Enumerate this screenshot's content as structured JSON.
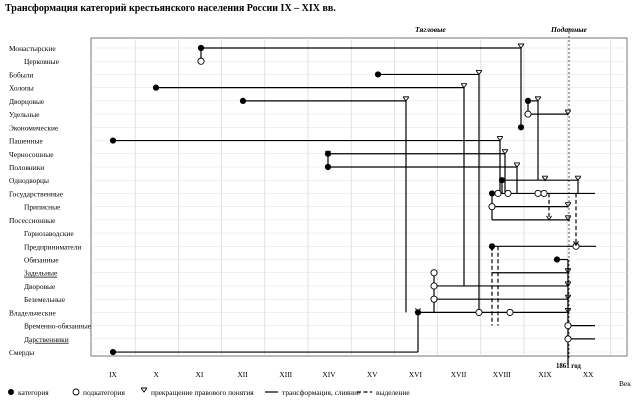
{
  "title": "Трансформация категорий крестьянского населения России IX – XIX вв.",
  "group_labels": [
    {
      "id": "tyaglye",
      "text": "Тягловые"
    },
    {
      "id": "podatnye",
      "text": "Податные"
    }
  ],
  "rows": [
    {
      "id": "monastyrskie",
      "label": "Монастырские",
      "sub": false,
      "underline": false
    },
    {
      "id": "tserkovnye",
      "label": "Церковные",
      "sub": true,
      "underline": false
    },
    {
      "id": "bobyli",
      "label": "Бобыли",
      "sub": false,
      "underline": false
    },
    {
      "id": "kholopy",
      "label": "Холопы",
      "sub": false,
      "underline": false
    },
    {
      "id": "dvortsovye",
      "label": "Дворцовые",
      "sub": false,
      "underline": false
    },
    {
      "id": "udelnye",
      "label": "Удельные",
      "sub": false,
      "underline": false
    },
    {
      "id": "ekonomicheskie",
      "label": "Экономические",
      "sub": false,
      "underline": false
    },
    {
      "id": "pashennye",
      "label": "Пашенные",
      "sub": false,
      "underline": false
    },
    {
      "id": "chernososhnye",
      "label": "Черносошные",
      "sub": false,
      "underline": false
    },
    {
      "id": "polovniki",
      "label": "Половники",
      "sub": false,
      "underline": false
    },
    {
      "id": "odnodvortsy",
      "label": "Однодворцы",
      "sub": false,
      "underline": false
    },
    {
      "id": "gosudarstvennye",
      "label": "Государственные",
      "sub": false,
      "underline": false
    },
    {
      "id": "pripisnye",
      "label": "Приписные",
      "sub": true,
      "underline": false
    },
    {
      "id": "posessionnye",
      "label": "Посессионные",
      "sub": false,
      "underline": false
    },
    {
      "id": "gornozavodskie",
      "label": "Горнозаводские",
      "sub": true,
      "underline": false
    },
    {
      "id": "predprinimateli",
      "label": "Предприниматели",
      "sub": true,
      "underline": false
    },
    {
      "id": "obyazannye",
      "label": "Обязанные",
      "sub": true,
      "underline": false
    },
    {
      "id": "zadelnye",
      "label": "Задельные",
      "sub": true,
      "underline": true
    },
    {
      "id": "dvorovye",
      "label": "Дворовые",
      "sub": true,
      "underline": false
    },
    {
      "id": "bezzemelnye",
      "label": "Беземельные",
      "sub": true,
      "underline": false
    },
    {
      "id": "vladelcheskie",
      "label": "Владельческие",
      "sub": false,
      "underline": false
    },
    {
      "id": "vremenno",
      "label": "Временно-обязанные",
      "sub": true,
      "underline": false
    },
    {
      "id": "darstvenniki",
      "label": "Дарственники",
      "sub": true,
      "underline": true
    },
    {
      "id": "smerdy",
      "label": "Смерды",
      "sub": false,
      "underline": false
    }
  ],
  "centuries": [
    "IX",
    "X",
    "XI",
    "XII",
    "XIII",
    "XIV",
    "XV",
    "XVI",
    "XVII",
    "XVIII",
    "XIX",
    "XX"
  ],
  "axis_unit": "Век",
  "marker_year": "1861 год",
  "legend": {
    "category": "категория",
    "subcategory": "подкатегория",
    "cessation": "прекращение правового понятия",
    "transformation": "трансформация, слияние",
    "separation": "выделение"
  }
}
